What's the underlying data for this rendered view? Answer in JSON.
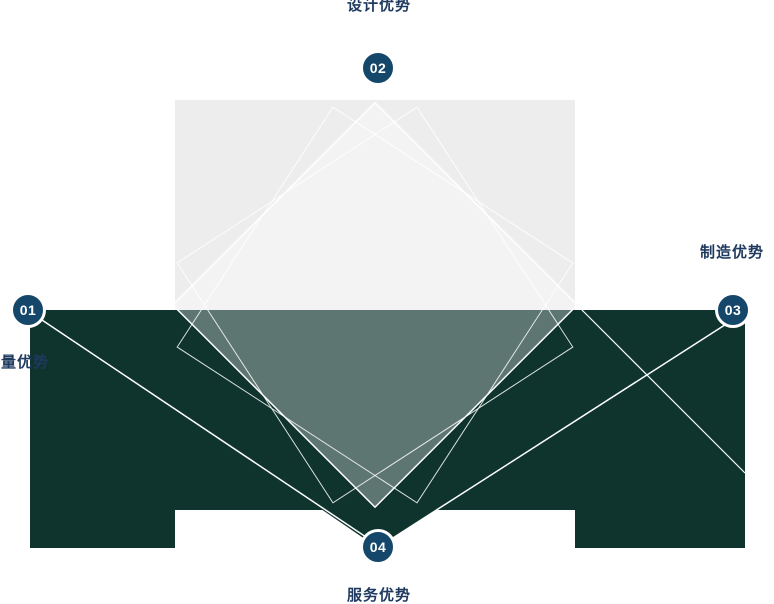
{
  "diagram": {
    "nodes": [
      {
        "number": "01",
        "label": "质量优势",
        "position": "left"
      },
      {
        "number": "02",
        "label": "设计优势",
        "position": "top"
      },
      {
        "number": "03",
        "label": "制造优势",
        "position": "right"
      },
      {
        "number": "04",
        "label": "服务优势",
        "position": "bottom"
      }
    ],
    "colors": {
      "band_dark_green": "#0e342d",
      "panel_gray": "#ededed",
      "node_navy": "#15476b",
      "node_ring": "#ffffff",
      "label_text": "#1e3a5f",
      "line_white": "#ffffff"
    }
  }
}
